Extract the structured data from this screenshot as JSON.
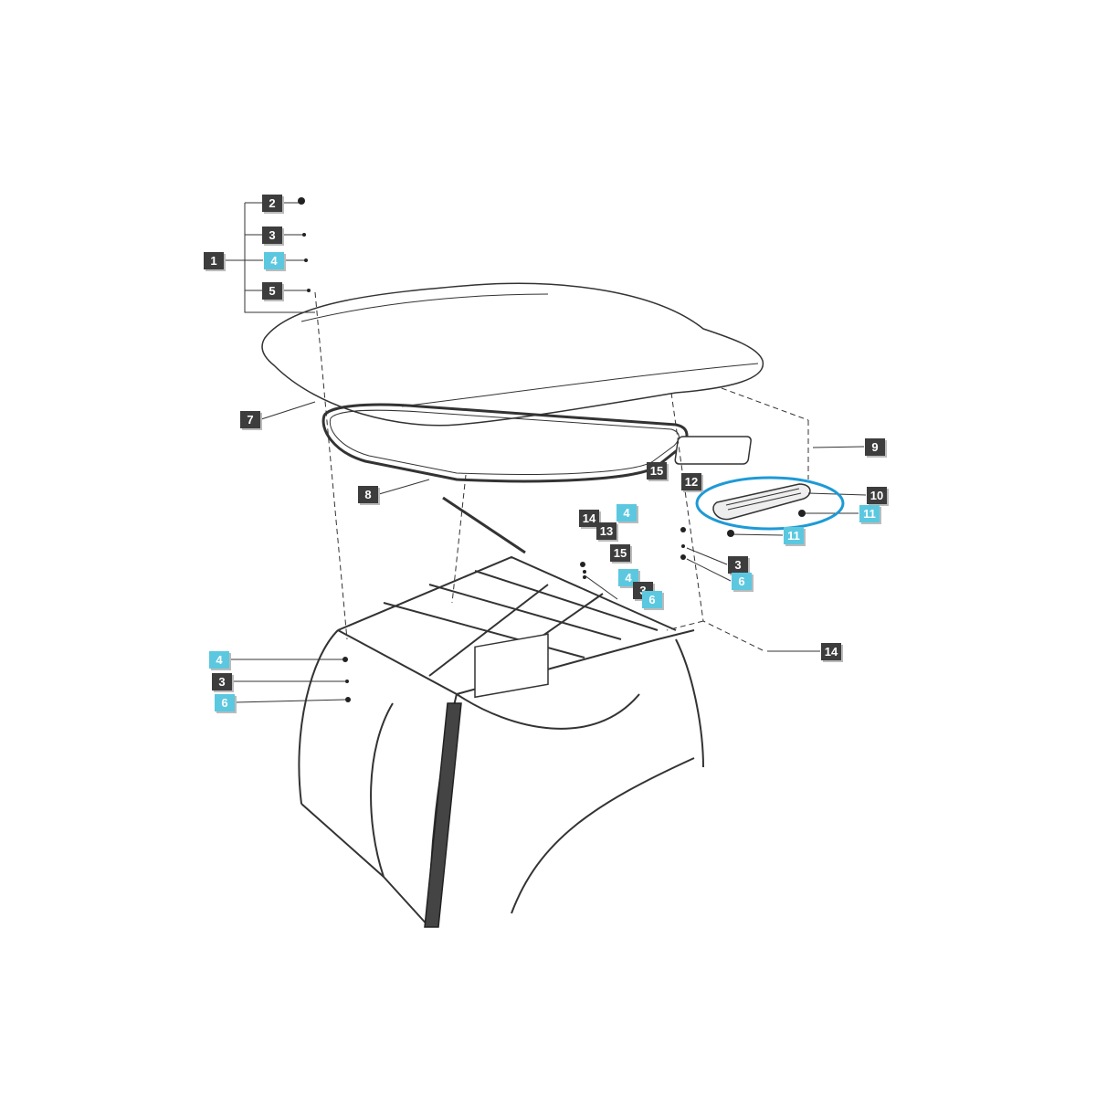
{
  "colors": {
    "dark_label": "#3d3d3d",
    "cyan_label": "#5bc8e0",
    "highlight_ellipse": "#1e9ad6",
    "line": "#333333"
  },
  "callouts": [
    {
      "number": "2",
      "style": "dark"
    },
    {
      "number": "3",
      "style": "dark"
    },
    {
      "number": "4",
      "style": "cyan"
    },
    {
      "number": "5",
      "style": "dark"
    },
    {
      "number": "1",
      "style": "dark"
    },
    {
      "number": "7",
      "style": "dark"
    },
    {
      "number": "8",
      "style": "dark"
    },
    {
      "number": "9",
      "style": "dark"
    },
    {
      "number": "10",
      "style": "dark"
    },
    {
      "number": "11",
      "style": "cyan"
    },
    {
      "number": "11",
      "style": "cyan"
    },
    {
      "number": "15",
      "style": "dark"
    },
    {
      "number": "12",
      "style": "dark"
    },
    {
      "number": "4",
      "style": "cyan"
    },
    {
      "number": "3",
      "style": "dark"
    },
    {
      "number": "6",
      "style": "cyan"
    },
    {
      "number": "14",
      "style": "dark"
    },
    {
      "number": "13",
      "style": "dark"
    },
    {
      "number": "15",
      "style": "dark"
    },
    {
      "number": "4",
      "style": "cyan"
    },
    {
      "number": "3",
      "style": "dark"
    },
    {
      "number": "6",
      "style": "cyan"
    },
    {
      "number": "14",
      "style": "dark"
    },
    {
      "number": "4",
      "style": "cyan"
    },
    {
      "number": "3",
      "style": "dark"
    },
    {
      "number": "6",
      "style": "cyan"
    }
  ],
  "highlighted_part": "10"
}
